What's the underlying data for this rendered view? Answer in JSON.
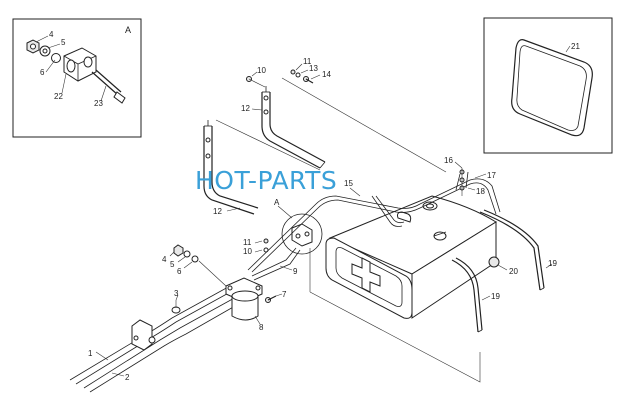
{
  "watermark": "HOT-PARTS",
  "detail_label": "A",
  "detail_view_label": "A",
  "callouts": {
    "c1": "1",
    "c2": "2",
    "c3": "3",
    "c4a": "4",
    "c5a": "5",
    "c6a": "6",
    "c4b": "4",
    "c5b": "5",
    "c6b": "6",
    "c7": "7",
    "c8": "8",
    "c9": "9",
    "c10a": "10",
    "c10b": "10",
    "c11a": "11",
    "c11b": "11",
    "c12a": "12",
    "c12b": "12",
    "c13": "13",
    "c14": "14",
    "c15": "15",
    "c16": "16",
    "c17": "17",
    "c18": "18",
    "c19a": "19",
    "c19b": "19",
    "c20": "20",
    "c21": "21",
    "c22": "22",
    "c23": "23"
  }
}
